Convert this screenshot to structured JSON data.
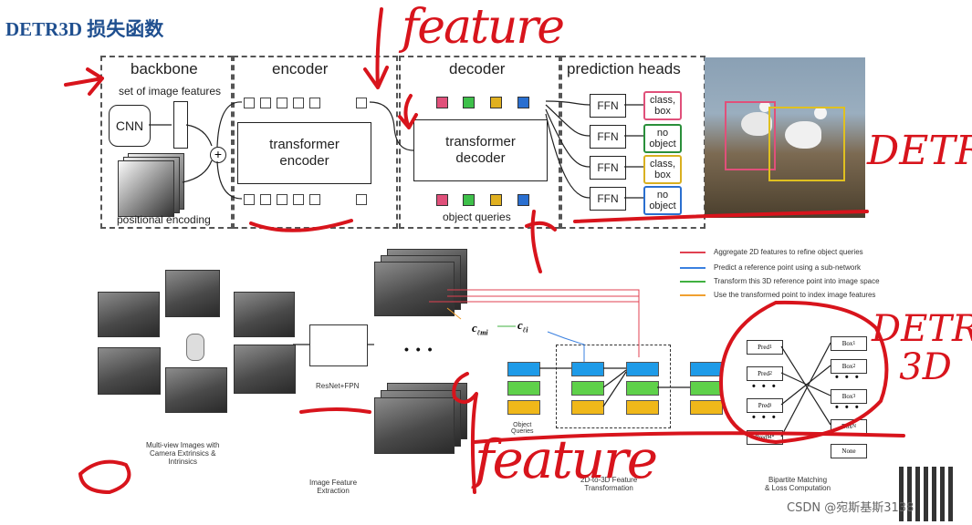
{
  "slide_title": "DETR3D 损失函数",
  "detr": {
    "sections": [
      "backbone",
      "encoder",
      "decoder",
      "prediction heads"
    ],
    "backbone_caption": "set of image features",
    "cnn_label": "CNN",
    "positional_encoding_label": "positional encoding",
    "plus_symbol": "+",
    "encoder_block_label": "transformer\nencoder",
    "decoder_block_label": "transformer\ndecoder",
    "object_queries_label": "object queries",
    "ffn_label": "FFN",
    "heads": [
      {
        "text": "class,\nbox",
        "color": "#e0507a"
      },
      {
        "text": "no\nobject",
        "color": "#2a8f3a"
      },
      {
        "text": "class,\nbox",
        "color": "#d9b020"
      },
      {
        "text": "no\nobject",
        "color": "#2a6fd0"
      }
    ],
    "query_colors": [
      "#e0507a",
      "#3ec04a",
      "#e0b020",
      "#2a6fd0"
    ]
  },
  "detr3d": {
    "legend": [
      {
        "text": "Aggregate 2D features to refine object queries",
        "color": "#e04050"
      },
      {
        "text": "Predict a reference point using a sub-network",
        "color": "#3a80e0"
      },
      {
        "text": "Transform this 3D reference point into image space",
        "color": "#40b040"
      },
      {
        "text": "Use the transformed point to index image features",
        "color": "#f0a030"
      }
    ],
    "resnet_label": "ResNet+FPN",
    "multiview_caption": "Multi-view Images with\nCamera Extrinsics &\nIntrinsics",
    "feature_extraction_caption": "Image Feature\nExtraction",
    "object_queries_caption": "Object\nQueries",
    "transformation_caption": "2D-to-3D Feature\nTransformation",
    "matching_caption": "Bipartite Matching\n& Loss Computation",
    "c_lmi": "c",
    "c_lmi_sub": "ℓmi",
    "c_li": "c",
    "c_li_sub": "ℓi",
    "ellipsis": "• • •",
    "preds": [
      "Pred",
      "Pred",
      "Pred",
      "Pred"
    ],
    "pred_subs": [
      "1",
      "2",
      "i",
      "M*"
    ],
    "boxes": [
      "Box",
      "Box",
      "Box",
      "Box",
      "None"
    ],
    "box_subs": [
      "1",
      "2",
      "3",
      "N",
      ""
    ],
    "block_colors": {
      "blue": "#1e9be8",
      "green": "#5fd14a",
      "yellow": "#f0b81a"
    }
  },
  "annotations": {
    "feature_top": "feature",
    "detr": "DETR",
    "detr3d_line1": "DETR",
    "detr3d_line2": "3D",
    "feature_bottom": "feature",
    "ink_color": "#d8141c"
  },
  "watermark": "CSDN @宛斯基斯3138"
}
